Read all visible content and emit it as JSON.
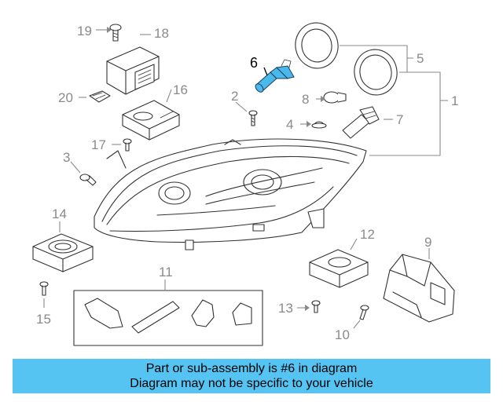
{
  "callouts": {
    "n1": "1",
    "n2": "2",
    "n3": "3",
    "n4": "4",
    "n5": "5",
    "n6": "6",
    "n7": "7",
    "n8": "8",
    "n9": "9",
    "n10": "10",
    "n11": "11",
    "n12": "12",
    "n13": "13",
    "n14": "14",
    "n15": "15",
    "n16": "16",
    "n17": "17",
    "n18": "18",
    "n19": "19",
    "n20": "20"
  },
  "highlight": {
    "part": "6",
    "color": "#49b9ec"
  },
  "banner": {
    "line1": "Part or sub-assembly is #6 in diagram",
    "line2": "Diagram may not be specific to your vehicle",
    "color": "#56c4f3"
  }
}
